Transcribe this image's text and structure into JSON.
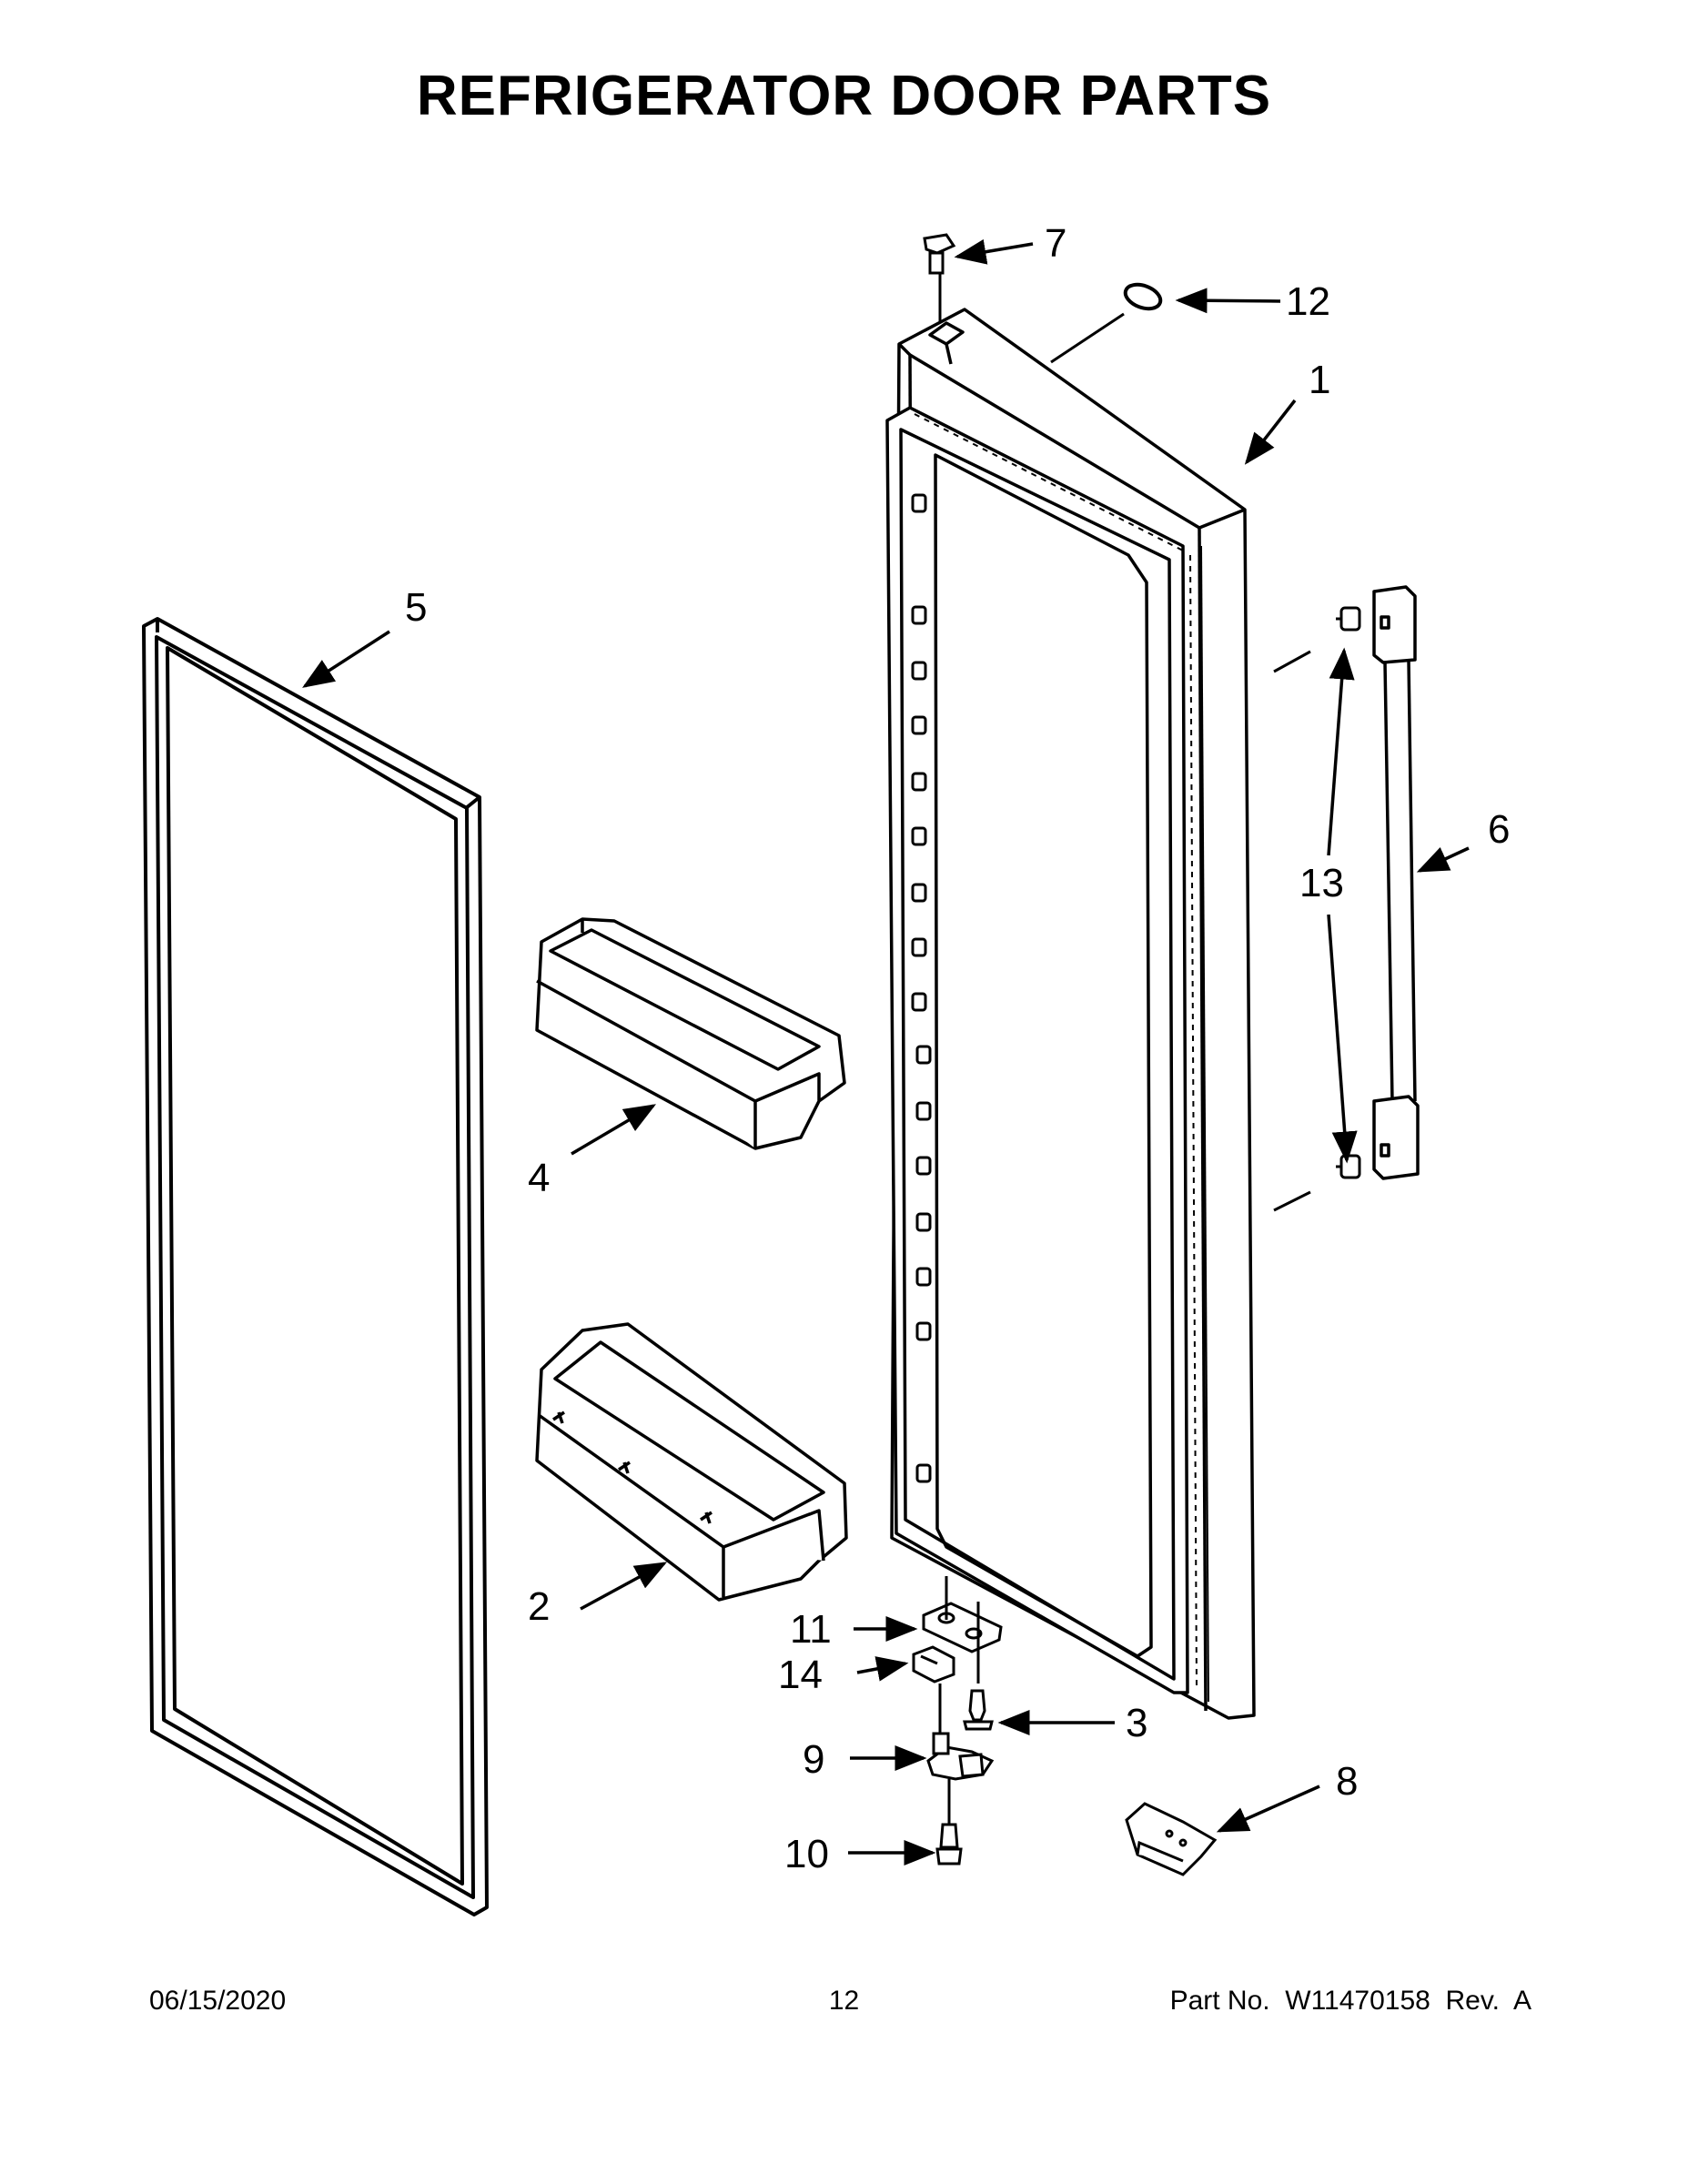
{
  "title": "REFRIGERATOR DOOR PARTS",
  "callouts": {
    "c1": "1",
    "c2": "2",
    "c3": "3",
    "c4": "4",
    "c5": "5",
    "c6": "6",
    "c7": "7",
    "c8": "8",
    "c9": "9",
    "c10": "10",
    "c11": "11",
    "c12": "12",
    "c13": "13",
    "c14": "14"
  },
  "footer": {
    "date": "06/15/2020",
    "page": "12",
    "part": "Part No.  W11470158  Rev.  A"
  }
}
